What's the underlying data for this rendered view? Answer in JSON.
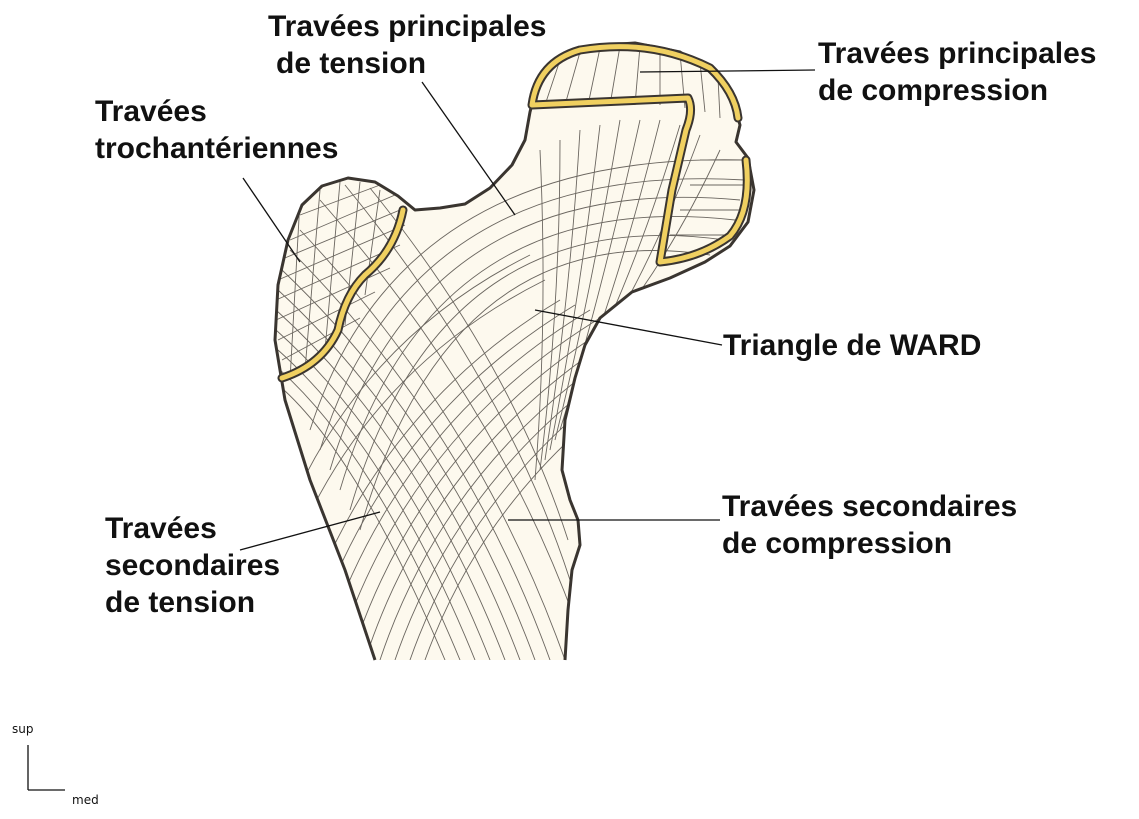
{
  "labels": {
    "principal_tension": [
      "Travées principales",
      "de tension"
    ],
    "principal_compression": [
      "Travées principales",
      "de compression"
    ],
    "trochanteric": [
      "Travées",
      "trochantériennes"
    ],
    "ward_triangle": [
      "Triangle de WARD"
    ],
    "secondary_compression": [
      "Travées secondaires",
      "de compression"
    ],
    "secondary_tension": [
      "Travées",
      "secondaires",
      "de tension"
    ]
  },
  "orientation": {
    "up": "sup",
    "right": "med"
  },
  "colors": {
    "bone_fill": "#fdf9ee",
    "trabecular_lines": "#3a3530",
    "epiphyseal_plate": "#f0d060",
    "text": "#111111"
  }
}
